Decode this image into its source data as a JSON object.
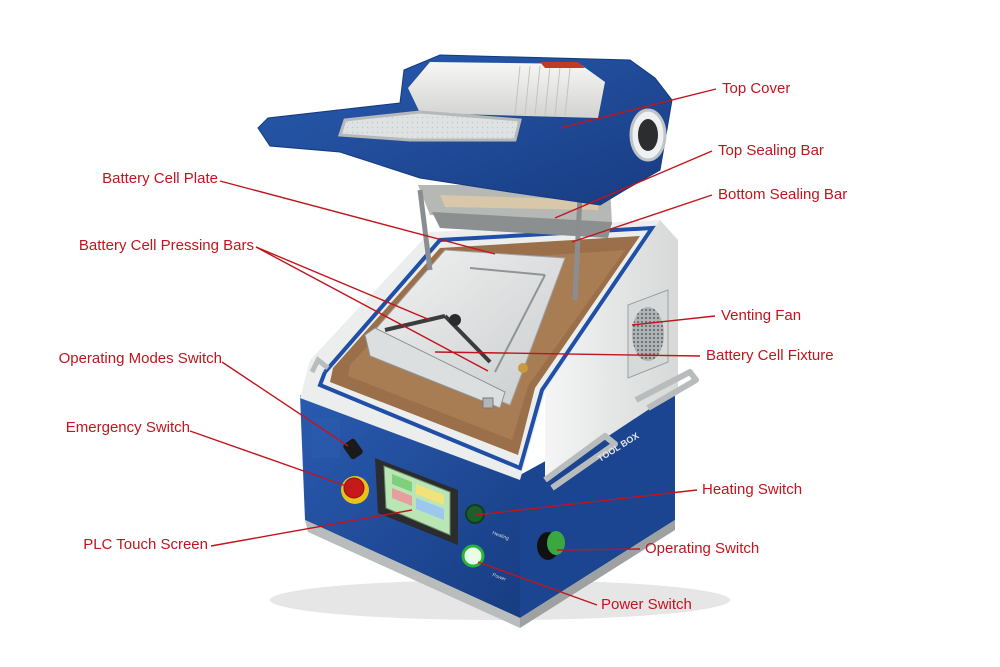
{
  "colors": {
    "leader_line": "#c0151d",
    "label_text": "#c0151d",
    "body_blue": "#1e4a9a",
    "body_white": "#ecefee",
    "fixture_brown": "#9a6f49"
  },
  "labels": {
    "top_cover": "Top Cover",
    "top_sealing_bar": "Top Sealing Bar",
    "bottom_sealing_bar": "Bottom Sealing Bar",
    "battery_cell_plate": "Battery Cell Plate",
    "battery_cell_pressing_bars": "Battery Cell Pressing Bars",
    "venting_fan": "Venting Fan",
    "battery_cell_fixture": "Battery Cell Fixture",
    "operating_modes_switch": "Operating Modes Switch",
    "emergency_switch": "Emergency Switch",
    "heating_switch": "Heating Switch",
    "operating_switch": "Operating Switch",
    "plc_touch_screen": "PLC Touch Screen",
    "power_switch": "Power Switch"
  },
  "machine": {
    "side_text": "TOOL BOX",
    "heating_text": "Heating",
    "power_text": "Power"
  }
}
